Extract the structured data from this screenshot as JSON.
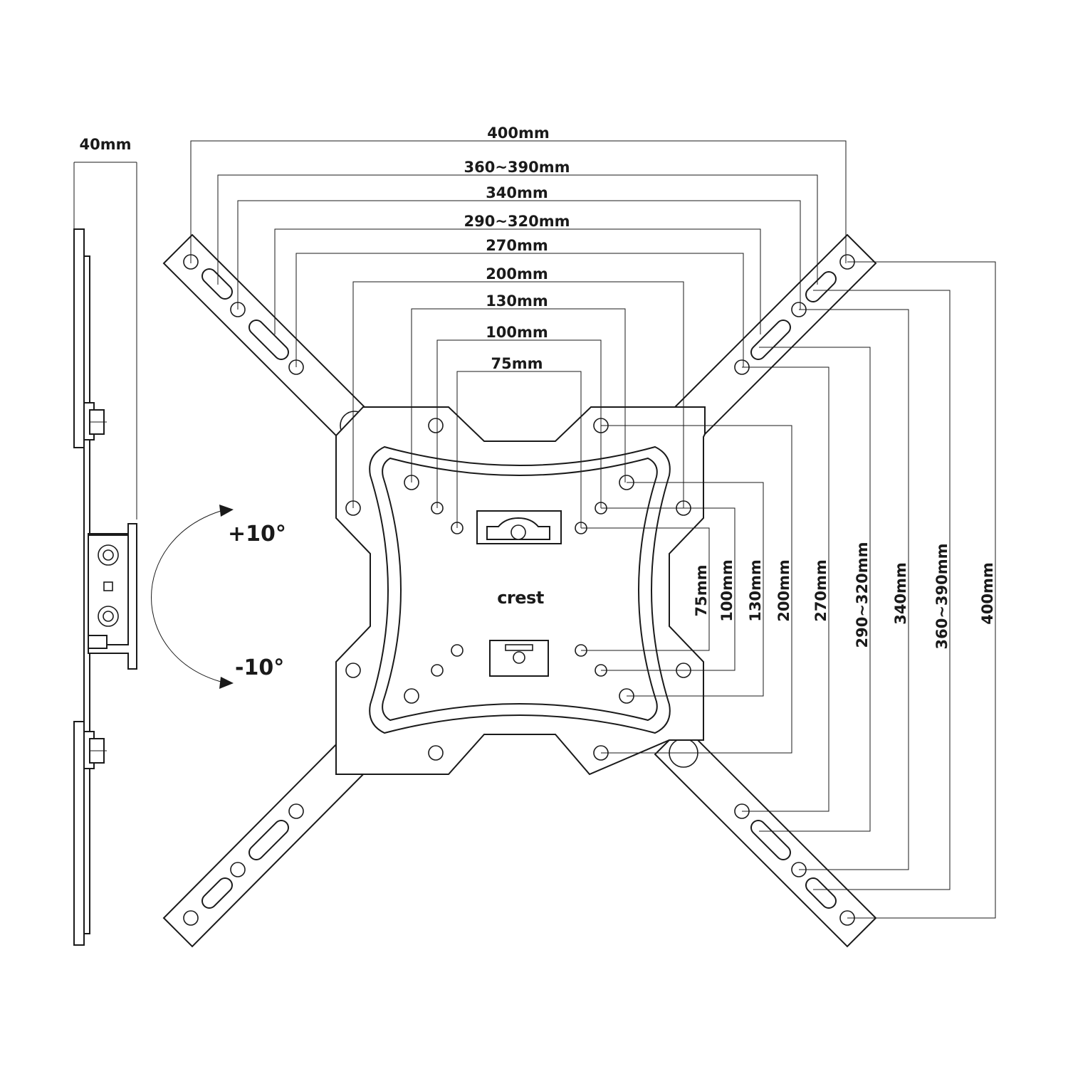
{
  "side_view": {
    "depth_label": "40mm"
  },
  "tilt": {
    "up_label": "+10°",
    "down_label": "-10°"
  },
  "brand": {
    "logo_text": "crest"
  },
  "horizontal_dimensions": [
    "400mm",
    "360~390mm",
    "340mm",
    "290~320mm",
    "270mm",
    "200mm",
    "130mm",
    "100mm",
    "75mm"
  ],
  "vertical_dimensions": [
    "75mm",
    "100mm",
    "130mm",
    "200mm",
    "270mm",
    "290~320mm",
    "340mm",
    "360~390mm",
    "400mm"
  ],
  "colors": {
    "line": "#1a1a1a",
    "background": "#ffffff"
  }
}
